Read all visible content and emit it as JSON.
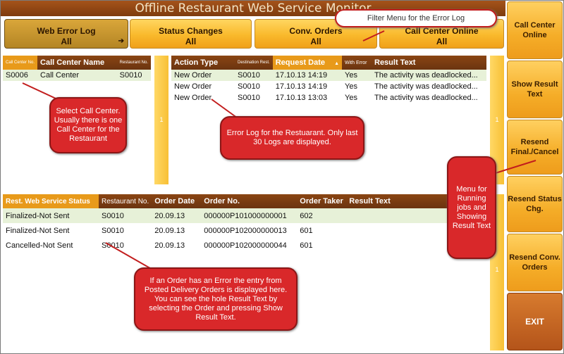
{
  "window": {
    "title": "Offline Restaurant Web Service Monitor"
  },
  "filters": [
    {
      "label": "Web Error Log",
      "value": "All"
    },
    {
      "label": "Status Changes",
      "value": "All"
    },
    {
      "label": "Conv. Orders",
      "value": "All"
    },
    {
      "label": "Call Center Online",
      "value": "All"
    }
  ],
  "filter_arrow": "➔",
  "side_menu": {
    "call_center_online": "Call Center Online",
    "show_result_text": "Show Result Text",
    "resend_final_cancel": "Resend Final./Cancel",
    "resend_status_chg": "Resend Status Chg.",
    "resend_conv_orders": "Resend Conv. Orders",
    "exit": "EXIT"
  },
  "call_center_table": {
    "headers": {
      "no": "Call Center No.",
      "name": "Call Center Name",
      "restaurant": "Restaurant No."
    },
    "rows": [
      {
        "no": "S0006",
        "name": "Call Center",
        "restaurant": "S0010"
      }
    ],
    "page": "1"
  },
  "error_log_table": {
    "headers": {
      "action": "Action Type",
      "dest": "Destination Rest.",
      "date": "Request Date",
      "with_error": "With Error",
      "result": "Result Text"
    },
    "rows": [
      {
        "action": "New Order",
        "dest": "S0010",
        "date": "17.10.13 14:19",
        "with_error": "Yes",
        "result": "The activity was deadlocked..."
      },
      {
        "action": "New Order",
        "dest": "S0010",
        "date": "17.10.13 14:19",
        "with_error": "Yes",
        "result": "The activity was deadlocked..."
      },
      {
        "action": "New Order",
        "dest": "S0010",
        "date": "17.10.13 13:03",
        "with_error": "Yes",
        "result": "The activity was deadlocked..."
      }
    ],
    "page": "1"
  },
  "status_table": {
    "headers": {
      "status": "Rest. Web Service Status",
      "restaurant": "Restaurant No.",
      "date": "Order Date",
      "order": "Order No.",
      "taker": "Order Taker",
      "result": "Result Text"
    },
    "rows": [
      {
        "status": "Finalized-Not Sent",
        "restaurant": "S0010",
        "date": "20.09.13",
        "order": "000000P101000000001",
        "taker": "602",
        "result": ""
      },
      {
        "status": "Finalized-Not Sent",
        "restaurant": "S0010",
        "date": "20.09.13",
        "order": "000000P102000000013",
        "taker": "601",
        "result": ""
      },
      {
        "status": "Cancelled-Not Sent",
        "restaurant": "S0010",
        "date": "20.09.13",
        "order": "000000P102000000044",
        "taker": "601",
        "result": ""
      }
    ],
    "page": "1"
  },
  "annotations": {
    "filter_menu": "Filter Menu for the Error Log",
    "select_call_center": "Select Call Center. Usually there is one Call Center for the Restaurant",
    "error_log": "Error Log for the Restuarant. Only last 30 Logs are displayed.",
    "side_menu": "Menu for Running jobs and Showing Result Text",
    "order_error": "If an Order has an Error the entry from Posted Delivery Orders is displayed here. You can see the hole Result Text by selecting the Order and pressing Show Result Text."
  },
  "colors": {
    "header_brown": "#7e3b0e",
    "button_gold": "#f9b92c",
    "callout_red": "#d9282a",
    "selection": "#e7f1d8"
  }
}
